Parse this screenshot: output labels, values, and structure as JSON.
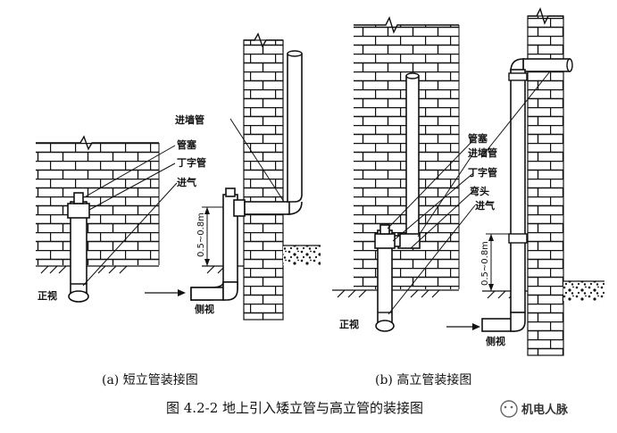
{
  "labels": {
    "a_plug": "管塞",
    "a_tee": "丁字管",
    "a_vent": "进气",
    "a_front": "正视",
    "a_wallpipe": "进墙管",
    "a_side": "侧视",
    "a_dim": "0.5~0.8m",
    "b_plug": "管塞",
    "b_wallpipe": "进墙管",
    "b_tee": "丁字管",
    "b_elbow": "弯头",
    "b_vent": "进气",
    "b_front": "正视",
    "b_side": "侧视",
    "b_dim": "0.5~0.8m"
  },
  "captions": {
    "a": "(a) 短立管装接图",
    "b": "(b) 高立管装接图",
    "figure": "图 4.2-2   地上引入矮立管与高立管的装接图"
  },
  "watermark": "机电人脉",
  "colors": {
    "ink": "#111111",
    "paper": "#ffffff"
  }
}
